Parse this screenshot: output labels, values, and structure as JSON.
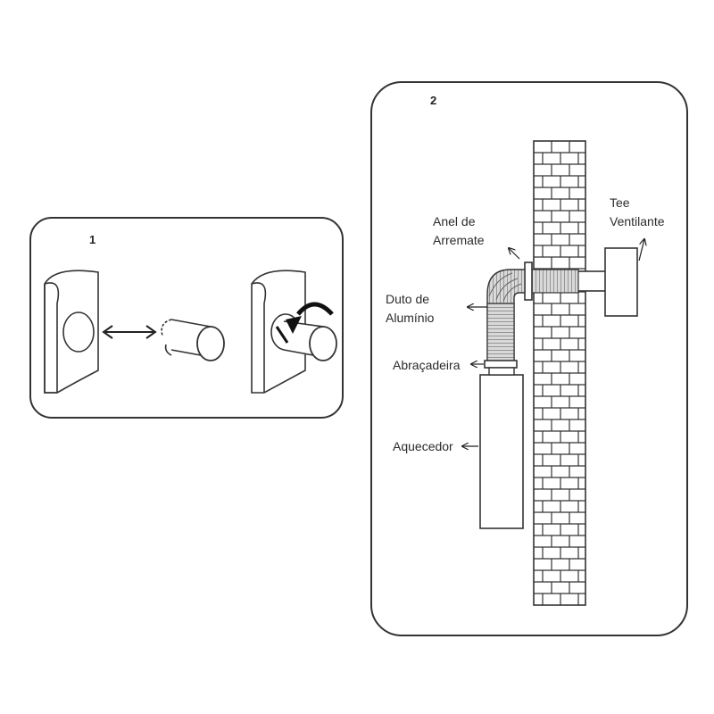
{
  "panel1": {
    "number": "1"
  },
  "panel2": {
    "number": "2",
    "labels": {
      "anel_line1": "Anel de",
      "anel_line2": "Arremate",
      "duto_line1": "Duto de",
      "duto_line2": "Alumínio",
      "abracadeira": "Abraçadeira",
      "aquecedor": "Aquecedor",
      "tee_line1": "Tee",
      "tee_line2": "Ventilante"
    }
  }
}
